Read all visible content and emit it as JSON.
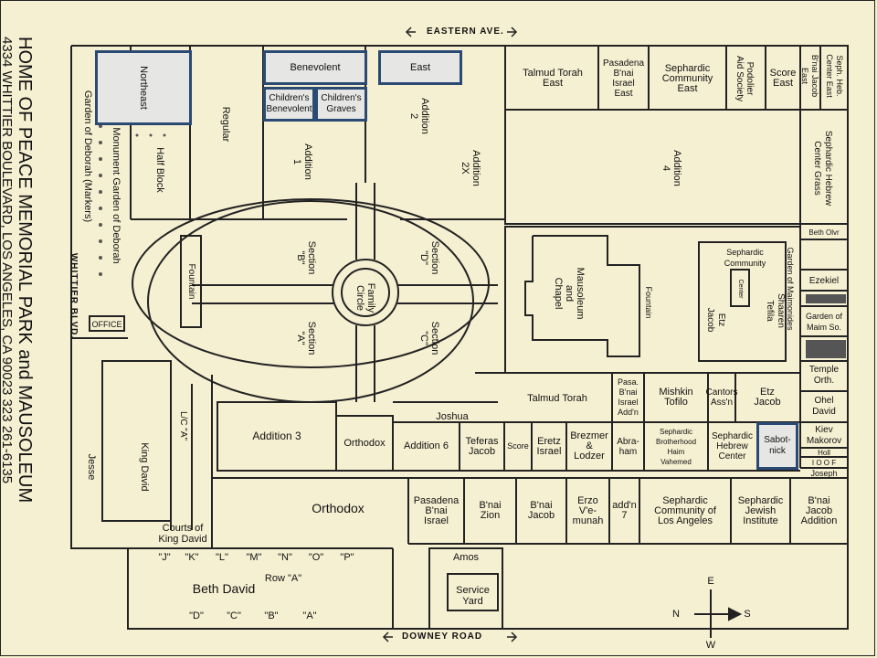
{
  "title": "HOME OF PEACE MEMORIAL PARK and MAUSOLEUM",
  "subtitle": "4334 WHITTIER BOULEVARD, LOS ANGELES, CA 90023   323 261-6135",
  "roads": {
    "top": "EASTERN AVE.",
    "bottom": "DOWNEY ROAD",
    "left": "WHITTIER BLVD."
  },
  "highlighted": {
    "northeast": "Northeast",
    "benevolent": "Benevolent",
    "children_benevolent": "Children's\nBenevolent",
    "children_graves": "Children's\nGraves",
    "east": "East",
    "sabotnick": "Sabot-\nnick"
  },
  "top_row": {
    "talmud_torah_east": "Talmud Torah\nEast",
    "pasadena_east": "Pasadena\nB'nai\nIsrael\nEast",
    "sephardic_east": "Sephardic\nCommunity\nEast",
    "podolier": "Podolier\nAid Society",
    "score_east": "Score\nEast",
    "bnai_jacob_east": "B'nai Jacob\nEast",
    "seph_heb_center_east": "Seph. Heb.\nCenter East"
  },
  "sections": {
    "garden_deborah_markers": "Garden of Deborah (Markers)",
    "monument_garden": "Monument Garden of Deborah",
    "half_block": "Half Block",
    "regular": "Regular",
    "addition_1": "Addition\n1",
    "addition_2": "Addition\n2",
    "addition_2x": "Addition\n2X",
    "addition_4": "Addition\n4",
    "sephardic_hebrew_center_grass": "Sephardic Hebrew\nCenter Grass",
    "section_b": "Section\n\"B\"",
    "section_a": "Section\n\"A\"",
    "section_d": "Section\n\"D\"",
    "section_c": "Section\n\"C\"",
    "family_circle": "Family\nCircle",
    "fountain_left": "Fountain",
    "office": "OFFICE",
    "mausoleum": "Mausoleum\nand\nChapel",
    "fountain_right": "Fountain",
    "sephardic_community": "Sephardic\nCommunity",
    "center": "Center",
    "etz_jacob_inner": "Etz\nJacob",
    "shaaren_tefila": "Shaaren\nTefila",
    "garden_maimonides": "Garden of Maimonides",
    "beth_olvr": "Beth Olvr",
    "ezekiel": "Ezekiel",
    "garden_maim_so": "Garden of\nMaim So.",
    "temple_orth": "Temple\nOrth.",
    "ohel_david": "Ohel\nDavid",
    "kiev_makorov": "Kiev\nMakorov",
    "holl": "Holl",
    "ioof": "I O O F",
    "joseph": "Joseph",
    "talmud_torah": "Talmud Torah",
    "pasa_bnai_israel_addn": "Pasa.\nB'nai\nIsrael\nAdd'n",
    "mishkin_tofilo": "Mishkin\nTofilo",
    "cantors_assn": "Cantors\nAss'n",
    "etz_jacob": "Etz\nJacob",
    "joshua": "Joshua",
    "addition_3": "Addition 3",
    "orthodox_small": "Orthodox",
    "addition_6": "Addition 6",
    "teferas_jacob": "Teferas\nJacob",
    "score": "Score",
    "eretz_israel": "Eretz\nIsrael",
    "brezmer_lodzer": "Brezmer\n&\nLodzer",
    "abraham": "Abra-\nham",
    "seph_brotherhood": "Sephardic\nBrotherhood\nHaim\nVahemed",
    "seph_hebrew_center": "Sephardic\nHebrew\nCenter",
    "lc_a": "L/C \"A\"",
    "king_david": "King David",
    "jesse": "Jesse",
    "orthodox_large": "Orthodox",
    "pasadena_bnai_israel": "Pasadena\nB'nai\nIsrael",
    "bnai_zion": "B'nai\nZion",
    "bnai_jacob": "B'nai\nJacob",
    "erzo_vemunah": "Erzo\nV'e-\nmunah",
    "addn_7": "add'n\n7",
    "seph_community_la": "Sephardic\nCommunity of\nLos Angeles",
    "seph_jewish_institute": "Sephardic\nJewish\nInstitute",
    "bnai_jacob_addition": "B'nai\nJacob\nAddition",
    "courts_king_david": "Courts of\nKing David",
    "amos": "Amos",
    "service_yard": "Service\nYard",
    "beth_david": "Beth David",
    "row_a": "Row \"A\""
  },
  "rows_top": [
    "\"J\"",
    "\"K\"",
    "\"L\"",
    "\"M\"",
    "\"N\"",
    "\"O\"",
    "\"P\""
  ],
  "rows_bottom": [
    "\"D\"",
    "\"C\"",
    "\"B\"",
    "\"A\""
  ],
  "compass": {
    "e": "E",
    "n": "N",
    "s": "S",
    "w": "W"
  }
}
